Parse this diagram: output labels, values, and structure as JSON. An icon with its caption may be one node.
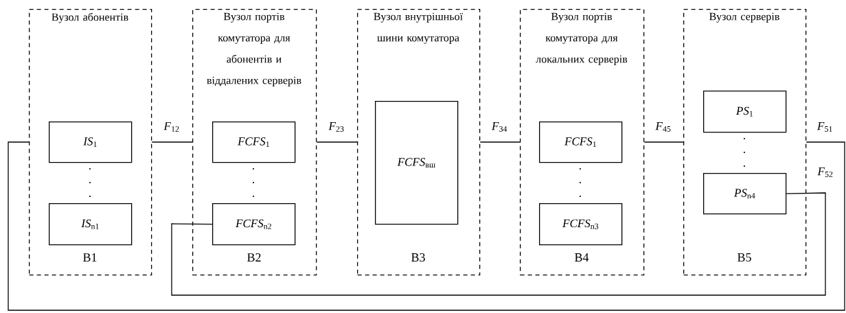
{
  "diagram": {
    "nodes": [
      {
        "text": [
          "Вузол абонентів",
          "B1"
        ]
      },
      {
        "text": [
          "*IS*$_{1}$"
        ],
        "in": 0
      },
      {
        "text": [
          "*IS*$_{n1}$"
        ],
        "in": 0
      },
      {
        "text": [
          "Вузол портів комутатора для абонентів и віддалених серверів",
          "B2"
        ]
      },
      {
        "text": [
          "*FCFS*$_{1}$"
        ],
        "in": 3
      },
      {
        "text": [
          "*FCFS*$_{n2}$"
        ],
        "in": 3
      },
      {
        "text": [
          "Вузол внутрішньої шини комутатора",
          "B3"
        ]
      },
      {
        "text": [
          "*FCFS*$_{вш}$"
        ],
        "in": 6
      },
      {
        "text": [
          "Вузол портів комутатора для локальних серверів",
          "B4"
        ]
      },
      {
        "text": [
          "*FCFS*$_{1}$"
        ],
        "in": 8
      },
      {
        "text": [
          "*FCFS*$_{n3}$"
        ],
        "in": 8
      },
      {
        "text": [
          "Вузол серверів",
          "B5"
        ]
      },
      {
        "text": [
          "*PS*$_{1}$"
        ],
        "in": 11
      },
      {
        "text": [
          "*PS*$_{n4}$"
        ],
        "in": 11
      }
    ],
    "edges": [
      {
        "from": 0,
        "to": 3,
        "arrow": "none",
        "label": "*F*$_{12}$"
      },
      {
        "from": 3,
        "to": 6,
        "arrow": "none",
        "label": "*F*$_{23}$"
      },
      {
        "from": 6,
        "to": 8,
        "arrow": "none",
        "label": "*F*$_{34}$"
      },
      {
        "from": 8,
        "to": 11,
        "arrow": "none",
        "label": "*F*$_{45}$"
      },
      {
        "from": 11,
        "to": 0,
        "arrow": "none",
        "label": "*F*$_{51}$"
      },
      {
        "from": 13,
        "to": 5,
        "arrow": "none",
        "label": "*F*$_{52}$"
      }
    ]
  }
}
